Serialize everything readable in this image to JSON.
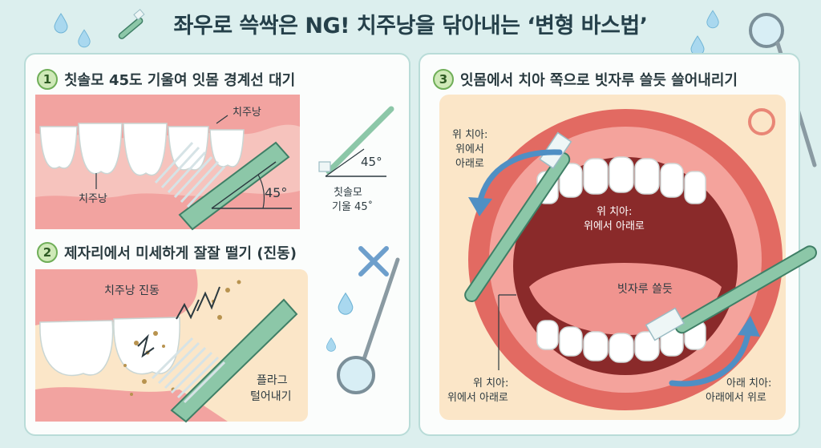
{
  "title": "좌우로 쓱싹은 NG! 치주낭을 닦아내는 ‘변형 바스법’",
  "steps": [
    {
      "num": "1",
      "text": "칫솔모 45도 기울여 잇몸 경계선 대기"
    },
    {
      "num": "2",
      "text": "제자리에서 미세하게 잘잘 떨기 (진동)"
    },
    {
      "num": "3",
      "text": "잇몸에서 치아 쪽으로 빗자루 쓸듯 쓸어내리기"
    }
  ],
  "step1": {
    "pocket_top": "치주낭",
    "pocket_bottom": "치주낭",
    "angle": "45°",
    "small_angle": "45°",
    "caption_line1": "칫솔모",
    "caption_line2": "기울 45˚"
  },
  "step2": {
    "vibration": "치주낭 진동",
    "plaque_line1": "플라그",
    "plaque_line2": "털어내기"
  },
  "step3": {
    "upper_side_line1": "위 치아:",
    "upper_side_line2": "위에서",
    "upper_side_line3": "아래로",
    "upper_mid_line1": "위 치아:",
    "upper_mid_line2": "위에서 아래로",
    "broom": "빗자루 쓸듯",
    "lower_left_line1": "위 치아:",
    "lower_left_line2": "위에서 아래로",
    "lower_right_line1": "아래 치아:",
    "lower_right_line2": "아래에서 위로"
  },
  "colors": {
    "brush_handle": "#8cc7a8",
    "brush_outline": "#3f7f66",
    "gum": "#f2a3a0",
    "arrow": "#4f8fc4",
    "x_mark": "#6d9fcc",
    "ok_mark": "#e98676",
    "water_drop": "#a9d8ef"
  },
  "icons": [
    "water-drop-icon",
    "mouth-mirror-icon",
    "toothbrush-icon",
    "x-mark-icon",
    "circle-ok-icon",
    "sweep-arrow-icon"
  ]
}
